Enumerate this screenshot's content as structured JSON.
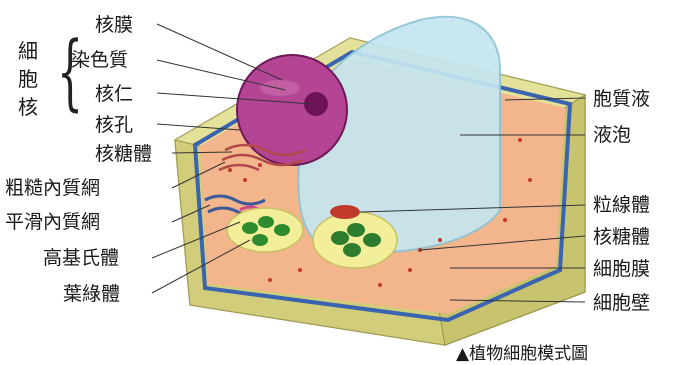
{
  "nucleus_group": {
    "chars": [
      "細",
      "胞",
      "核"
    ],
    "brace": "{"
  },
  "labels_left": [
    {
      "key": "nuclear_membrane",
      "text": "核膜"
    },
    {
      "key": "chromatin",
      "text": "染色質"
    },
    {
      "key": "nucleolus",
      "text": "核仁"
    },
    {
      "key": "nuclear_pore",
      "text": "核孔"
    },
    {
      "key": "ribosome_left",
      "text": "核糖體"
    },
    {
      "key": "rough_er",
      "text": "粗糙內質網"
    },
    {
      "key": "smooth_er",
      "text": "平滑內質網"
    },
    {
      "key": "golgi",
      "text": "高基氏體"
    },
    {
      "key": "chloroplast",
      "text": "葉綠體"
    }
  ],
  "labels_right": [
    {
      "key": "cytoplasm",
      "text": "胞質液"
    },
    {
      "key": "vacuole",
      "text": "液泡"
    },
    {
      "key": "mitochondrion",
      "text": "粒線體"
    },
    {
      "key": "ribosome_right",
      "text": "核糖體"
    },
    {
      "key": "cell_membrane",
      "text": "細胞膜"
    },
    {
      "key": "cell_wall",
      "text": "細胞壁"
    }
  ],
  "caption": "▲植物細胞模式圖",
  "colors": {
    "cell_wall": "#dcd98a",
    "cytoplasm": "#f0b48a",
    "vacuole": "#bfe3ee",
    "nucleus": "#9a2a7a",
    "chloroplast": "#2e8b2e",
    "membrane": "#3a63b0"
  }
}
